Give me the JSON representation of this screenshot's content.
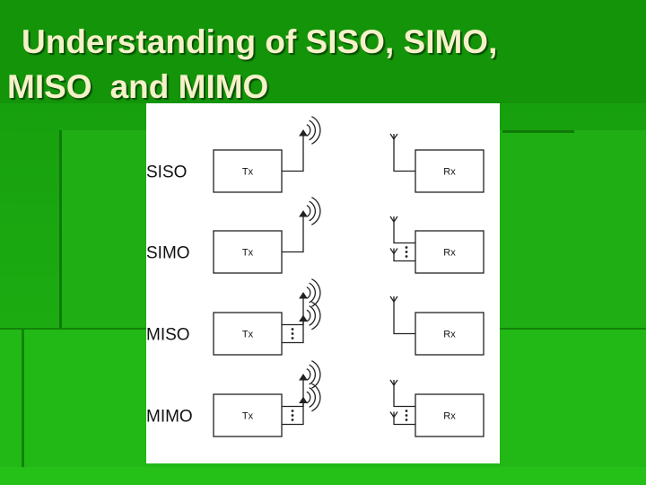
{
  "slide": {
    "title_line1": "Understanding of SISO, SIMO,",
    "title_line2_a": "MISO",
    "title_line2_b": "and MIMO"
  },
  "diagram": {
    "rows": [
      {
        "label": "SISO",
        "tx": "Tx",
        "rx": "Rx",
        "tx_antennas": "single",
        "rx_antennas": "single"
      },
      {
        "label": "SIMO",
        "tx": "Tx",
        "rx": "Rx",
        "tx_antennas": "single",
        "rx_antennas": "multiple"
      },
      {
        "label": "MISO",
        "tx": "Tx",
        "rx": "Rx",
        "tx_antennas": "multiple",
        "rx_antennas": "single"
      },
      {
        "label": "MIMO",
        "tx": "Tx",
        "rx": "Rx",
        "tx_antennas": "multiple",
        "rx_antennas": "multiple"
      }
    ]
  },
  "colors": {
    "background_green": "#1a9e10",
    "title_text": "#f5f1c8",
    "diagram_ink": "#222222"
  }
}
